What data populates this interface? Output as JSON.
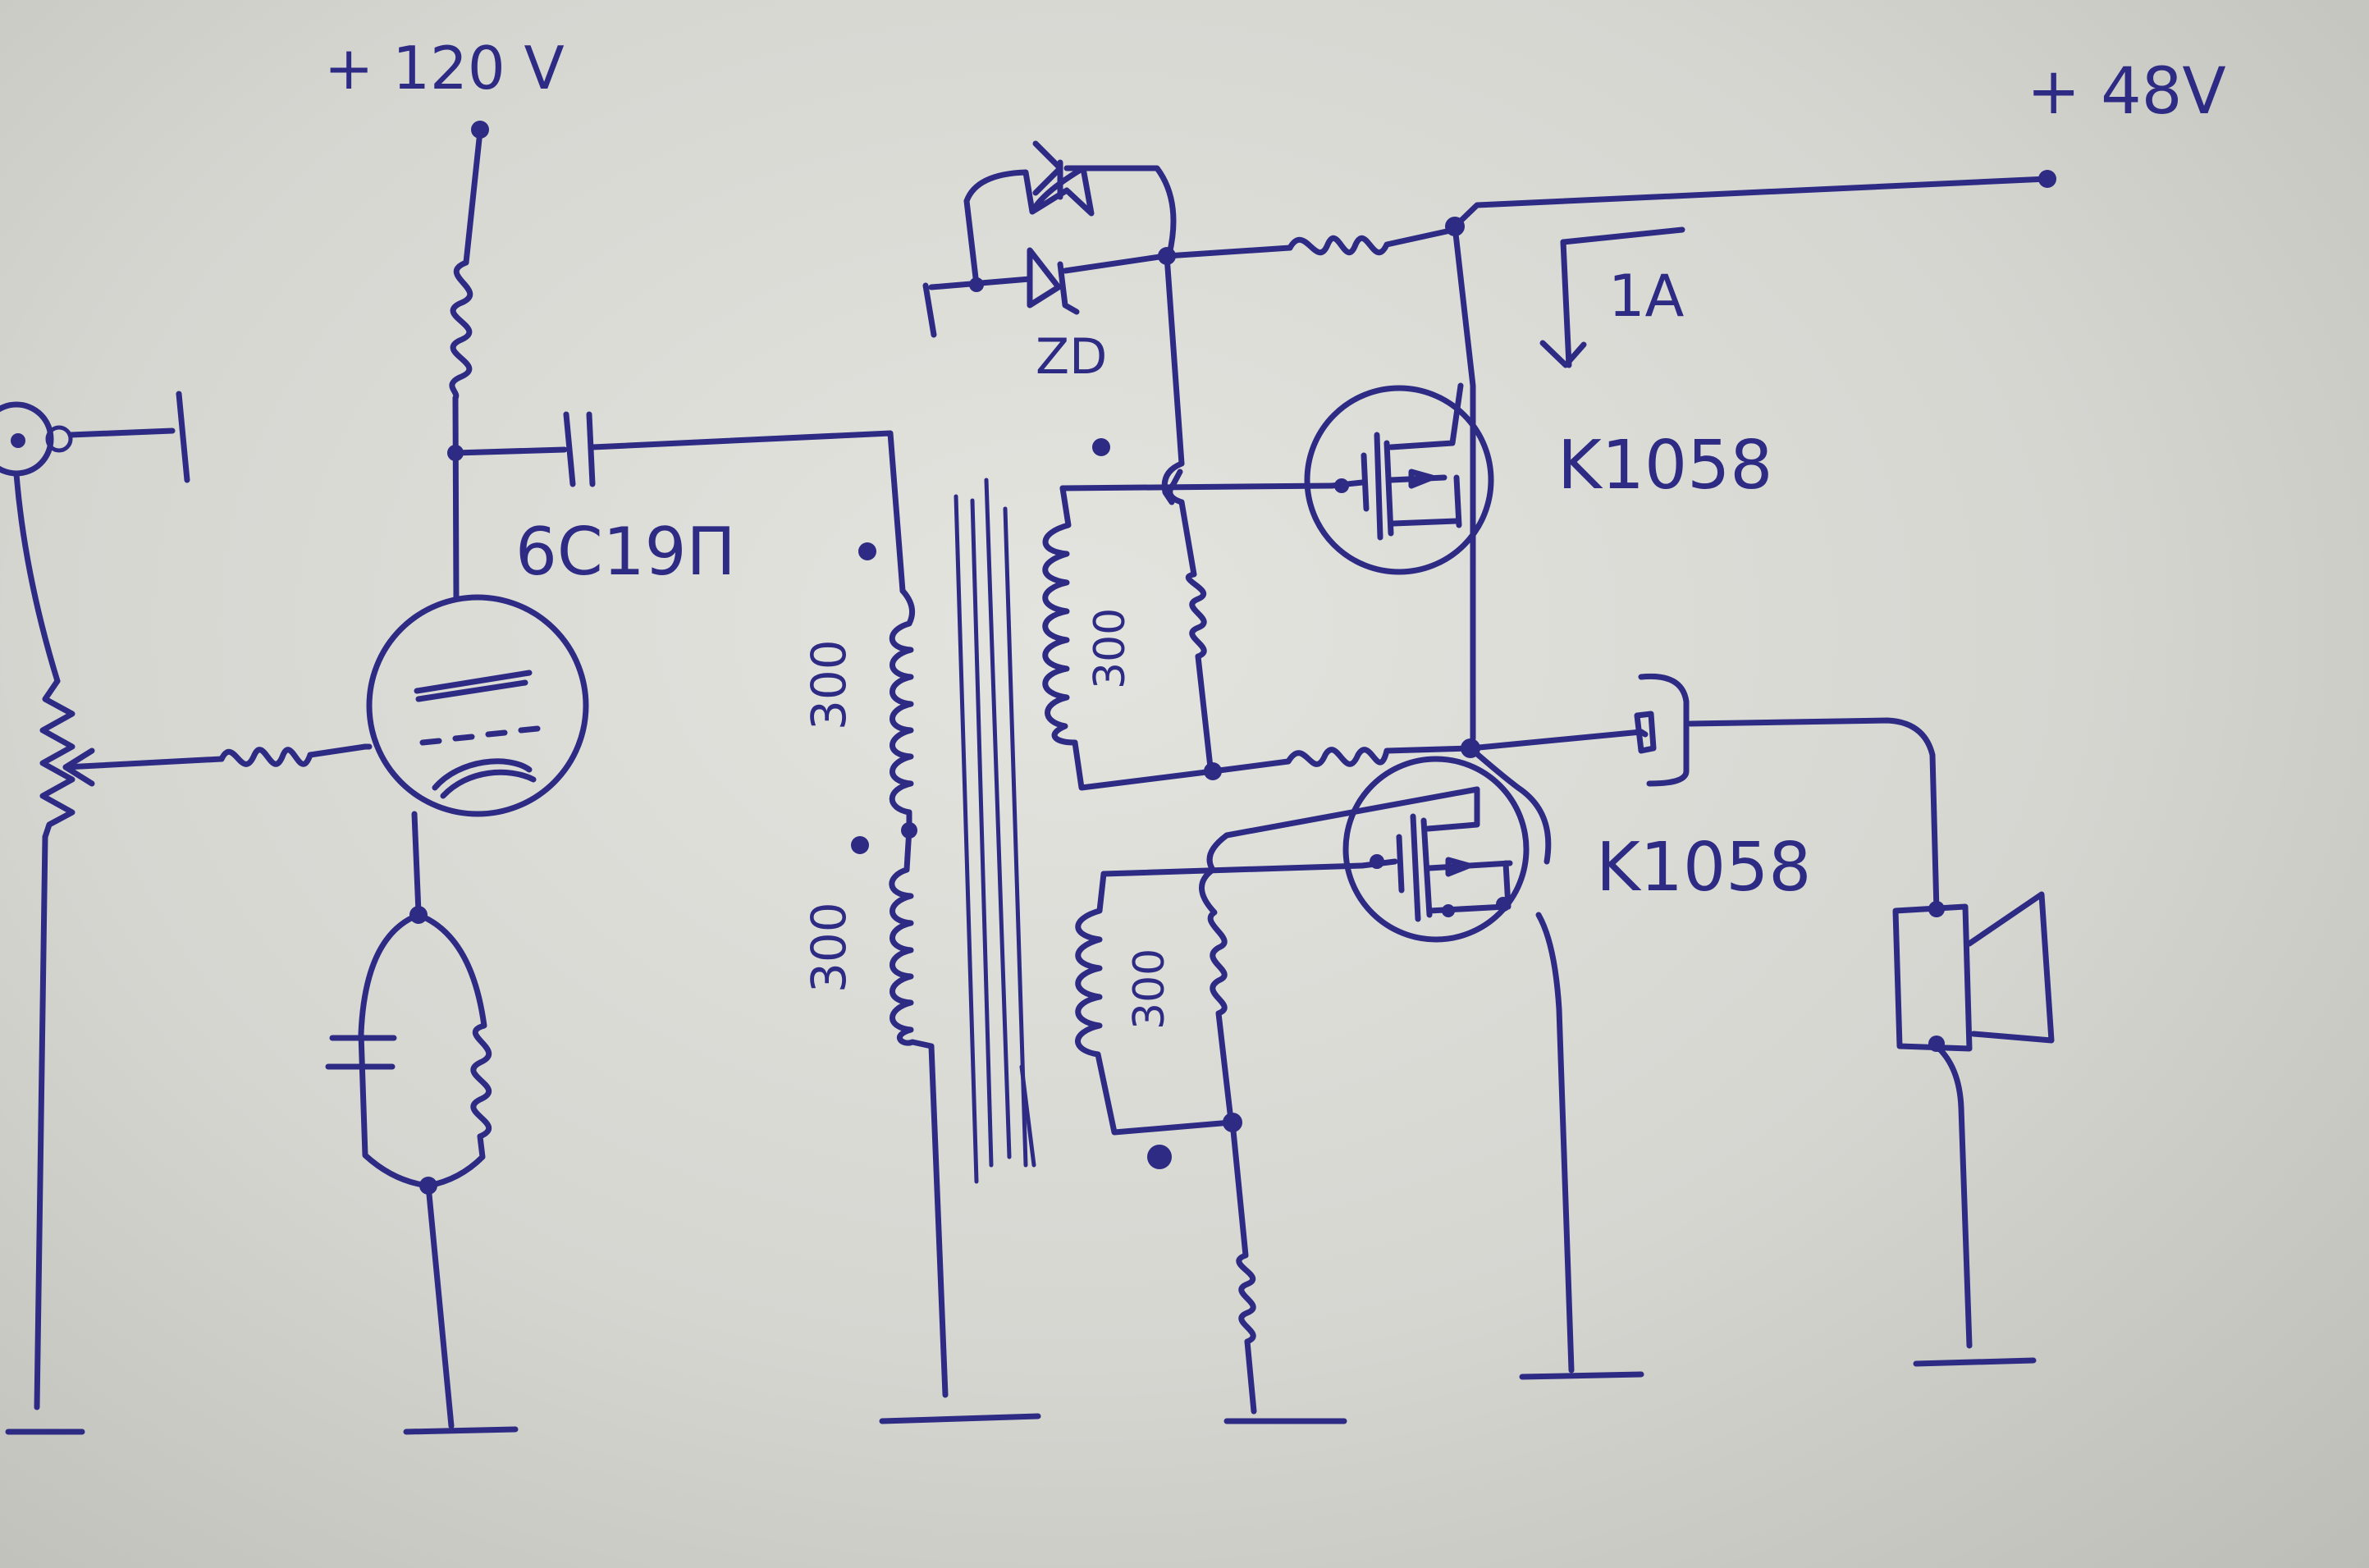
{
  "labels": {
    "supply_high": "+ 120 V",
    "supply_low": "+ 48V",
    "tube": "6C19П",
    "current": "1A",
    "zener": "ZD",
    "mosfet_top": "K1058",
    "mosfet_bottom": "K1058",
    "primary_upper": "300",
    "primary_lower": "300",
    "secondary_upper": "300",
    "secondary_lower": "300"
  },
  "colors": {
    "ink": "#2e2b84",
    "paper": "#dcdcd7"
  }
}
